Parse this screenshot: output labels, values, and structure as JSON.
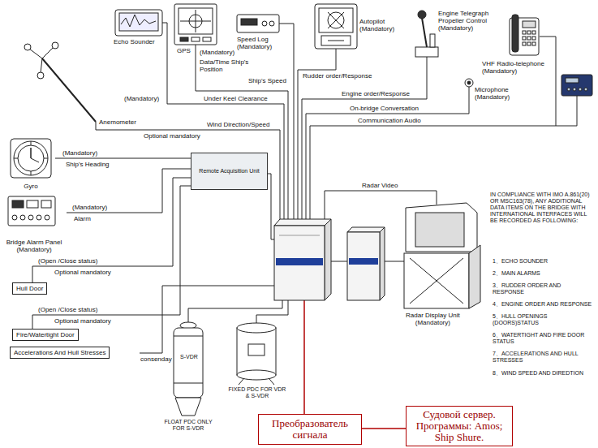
{
  "diagram": {
    "nodes": [
      {
        "text": [
          "Echo Sounder"
        ]
      },
      {
        "text": [
          "GPS"
        ]
      },
      {
        "text": [
          "Speed Log",
          "(Mandatory)"
        ]
      },
      {
        "text": [
          "Autopilot",
          "(Mandatory)"
        ]
      },
      {
        "text": [
          "Engine Telegraph Propeller Control",
          "(Mandatory)"
        ]
      },
      {
        "text": [
          "VHF Radio-telephone",
          "(Mandatory)"
        ]
      },
      {
        "text": [
          "Anemometer"
        ]
      },
      {
        "text": [
          "Microphone",
          "(Mandatory)"
        ]
      },
      {
        "text": [
          "Gyro"
        ]
      },
      {
        "text": [
          "Remote Acquisition Unit"
        ]
      },
      {
        "text": [
          "Bridge Alarm Panel",
          "(Mandatory)"
        ]
      },
      {
        "text": [
          "Hull Door"
        ]
      },
      {
        "text": [
          "Fire/Watertight Door"
        ]
      },
      {
        "text": [
          "Accelerations And Hull Stresses"
        ]
      },
      {
        "text": [
          "FLOAT PDC ONLY FOR S-VDR"
        ]
      },
      {
        "text": [
          "FIXED PDC FOR VDR & S-VDR"
        ]
      },
      {
        "text": [
          "Radar Display Unit",
          "(Mandatory)"
        ]
      },
      {
        "text": [
          "Преобразователь сигнала"
        ]
      },
      {
        "text": [
          "Судовой сервер. Программы: Amos; Ship Shure."
        ]
      }
    ],
    "edges": [
      {
        "from": 8,
        "to": 9,
        "arrow": "none",
        "label": "Ship's Heading"
      },
      {
        "from": 10,
        "to": 9,
        "arrow": "none",
        "label": "Alarm"
      },
      {
        "from": 11,
        "to": 9,
        "arrow": "none",
        "label": "(Open /Close status)"
      },
      {
        "from": 12,
        "to": 9,
        "arrow": "none",
        "label": "(Open /Close status)"
      },
      {
        "from": 17,
        "to": 18,
        "arrow": "none"
      }
    ],
    "labels": [
      "(Mandatory)",
      "Under Keel Clearance",
      "(Mandatory)",
      "Data/Time Ship's Position",
      "Ship's Speed",
      "Rudder order/Response",
      "Engine order/Response",
      "On-bridge Conversation",
      "Communication Audio",
      "Optional mandatory",
      "Wind Direction/Speed",
      "(Mandatory)",
      "(Mandatory)",
      "Optional mandatory",
      "Optional mandatory",
      "consenday",
      "Radar Video",
      "S-VDR",
      "IN COMPLIANCE WITH IMO A.861(20) OR MSC163(78), ANY ADDITIONAL DATA ITEMS ON THE BRIDGE WITH INTERNATIONAL INTERFACES WILL BE RECORDED AS FOLLOWING:",
      "1、ECHO SOUNDER",
      "2、MAIN ALARMS",
      "3、RUDDER ORDER AND RESPONSE",
      "4、ENGINE ORDER AND RESPONSE",
      "5、HULL OPENINGS (DOORS)STATUS",
      "6、WATERTIGHT AND FIRE DOOR STATUS",
      "7、ACCELERATIONS AND HULL STRESSES",
      "8、WIND SPEED AND DIREDTION"
    ]
  }
}
